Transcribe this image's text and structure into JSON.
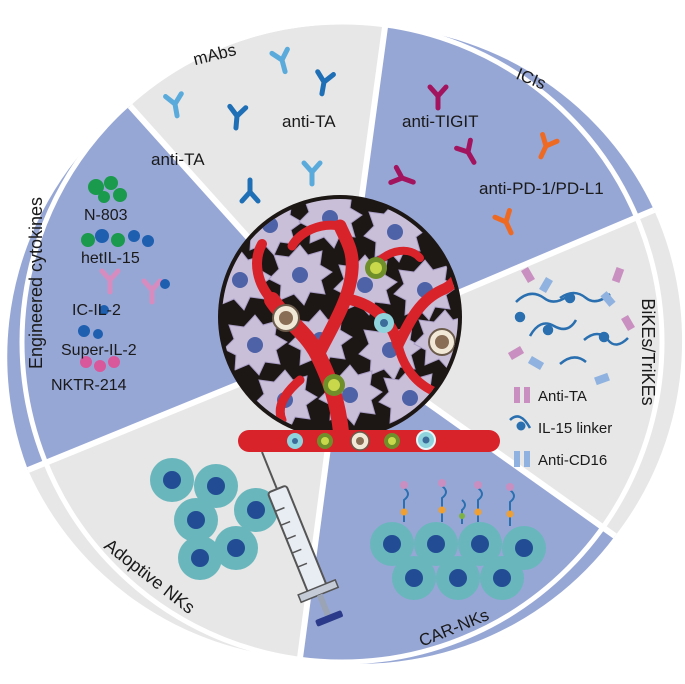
{
  "segments": {
    "mabs": {
      "title": "mAbs",
      "label_left": "anti-TA",
      "label_right": "anti-TA"
    },
    "icis": {
      "title": "ICIs",
      "label_tigit": "anti-TIGIT",
      "label_pd1": "anti-PD-1/PD-L1"
    },
    "bikes": {
      "title": "BiKEs/TriKEs",
      "legend_ta": "Anti-TA",
      "legend_linker": "IL-15 linker",
      "legend_cd16": "Anti-CD16"
    },
    "car": {
      "title": "CAR-NKs"
    },
    "adoptive": {
      "title": "Adoptive NKs"
    },
    "cytokines": {
      "title": "Engineered cytokines",
      "items": [
        "N-803",
        "hetIL-15",
        "IC-IL-2",
        "Super-IL-2",
        "NKTR-214"
      ]
    }
  },
  "colors": {
    "grey_sector": "#e6e7e6",
    "blue_sector": "#97a7d5",
    "antibody_light": "#5aabdc",
    "antibody_dark": "#1f6fb6",
    "ici_magenta": "#a3145f",
    "ici_orange": "#ee6a23",
    "vessel": "#d8232a",
    "tumor_cell": "#c9bfd9",
    "nk_cell": "#69b6bd",
    "nk_nucleus": "#224c93"
  }
}
